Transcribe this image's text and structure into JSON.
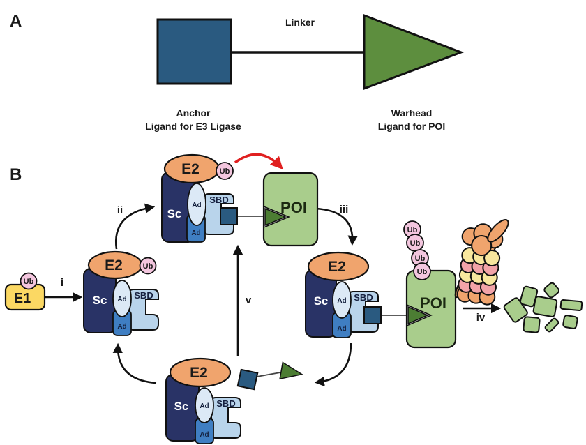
{
  "panel_a": {
    "label": "A",
    "linker": "Linker",
    "anchor_line1": "Anchor",
    "anchor_line2": "Ligand for E3 Ligase",
    "warhead_line1": "Warhead",
    "warhead_line2": "Ligand for POI"
  },
  "panel_b": {
    "label": "B",
    "e1": "E1",
    "e2": "E2",
    "ub": "Ub",
    "sc": "Sc",
    "ad": "Ad",
    "sbd": "SBD",
    "poi": "POI",
    "step_i": "i",
    "step_ii": "ii",
    "step_iii": "iii",
    "step_iv": "iv",
    "step_v": "v"
  },
  "colors": {
    "anchor_blue": "#2a5a80",
    "warhead_green": "#5d8e3e",
    "small_triangle_green": "#4c7d33",
    "poi_green": "#a9cd8c",
    "e2_orange": "#f0a46d",
    "ub_pink": "#f3c6de",
    "e1_yellow": "#fbd863",
    "sc_navy": "#293366",
    "ad_blue": "#3f7ec2",
    "ad_light": "#dce9f6",
    "sbd_light_blue": "#b9d4eb",
    "proteasome_orange": "#f0a46d",
    "proteasome_yellow": "#f8e79e",
    "proteasome_pink": "#f2a3a8",
    "red_arrow": "#e02020"
  }
}
